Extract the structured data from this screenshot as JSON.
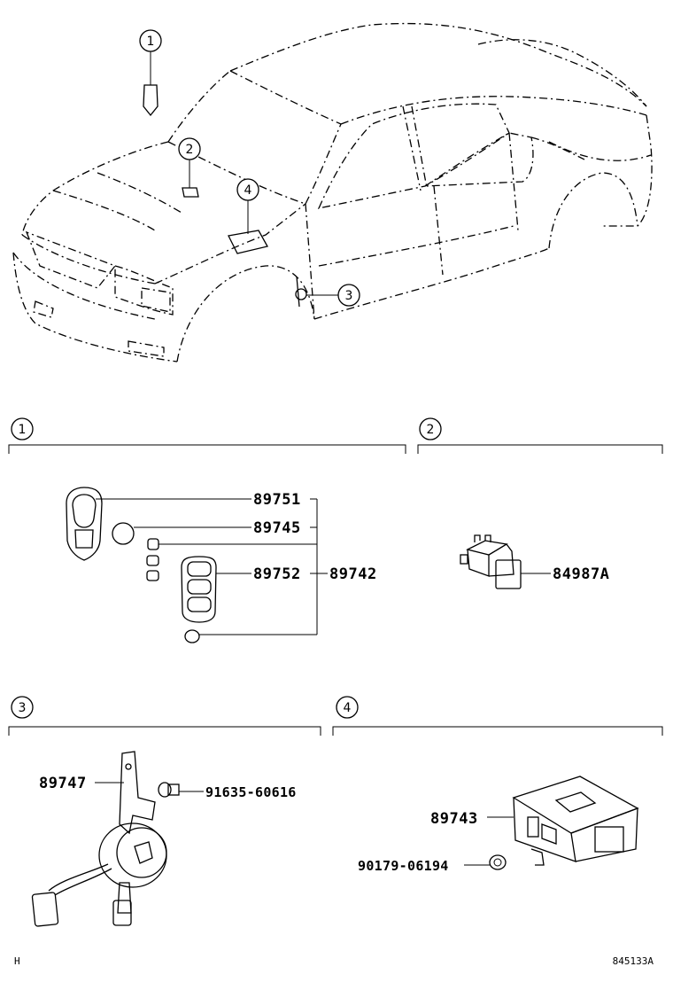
{
  "diagram": {
    "callouts": [
      "1",
      "2",
      "3",
      "4"
    ],
    "parts": {
      "p89751": "89751",
      "p89745": "89745",
      "p89752": "89752",
      "p89742": "89742",
      "p84987A": "84987A",
      "p89747": "89747",
      "p91635": "91635-60616",
      "p89743": "89743",
      "p90179": "90179-06194"
    },
    "footer": {
      "left": "H",
      "right": "845133A"
    }
  }
}
